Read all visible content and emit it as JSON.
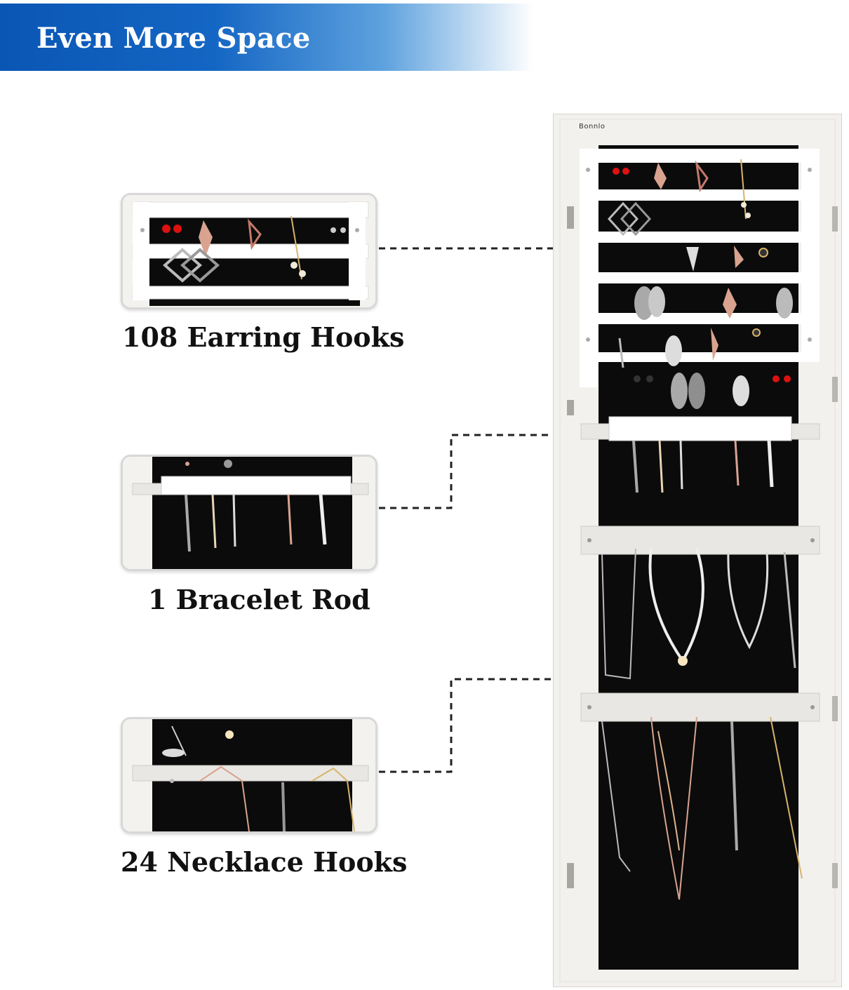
{
  "banner": {
    "title": "Even More Space"
  },
  "features": [
    {
      "label": "108 Earring Hooks"
    },
    {
      "label": "1 Bracelet Rod"
    },
    {
      "label": "24 Necklace Hooks"
    }
  ],
  "cabinet": {
    "brand": "Bonnlo"
  },
  "colors": {
    "banner_blue": "#0a56b5",
    "felt": "#0b0b0b",
    "frame": "#f3f1ee",
    "rail": "#ffffff"
  }
}
